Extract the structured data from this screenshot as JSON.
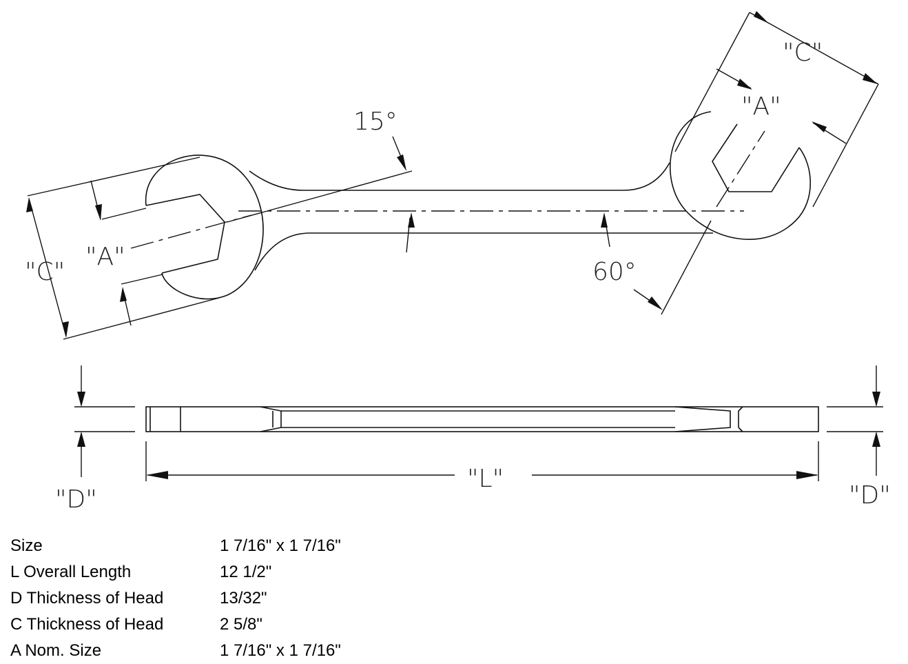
{
  "diagram": {
    "angle_top": "15°",
    "angle_bottom": "60°",
    "left_head_c": "\"C\"",
    "left_head_a": "\"A\"",
    "right_head_c": "\"C\"",
    "right_head_a": "\"A\"",
    "side_d_left": "\"D\"",
    "side_d_right": "\"D\"",
    "side_l": "\"L\""
  },
  "specs": [
    {
      "label": "Size",
      "value": "1 7/16\" x 1 7/16\""
    },
    {
      "label": "L Overall Length",
      "value": "12 1/2\""
    },
    {
      "label": "D Thickness of Head",
      "value": "13/32\""
    },
    {
      "label": "C Thickness of Head",
      "value": "2 5/8\""
    },
    {
      "label": "A Nom. Size",
      "value": "1 7/16\" x 1 7/16\""
    }
  ]
}
